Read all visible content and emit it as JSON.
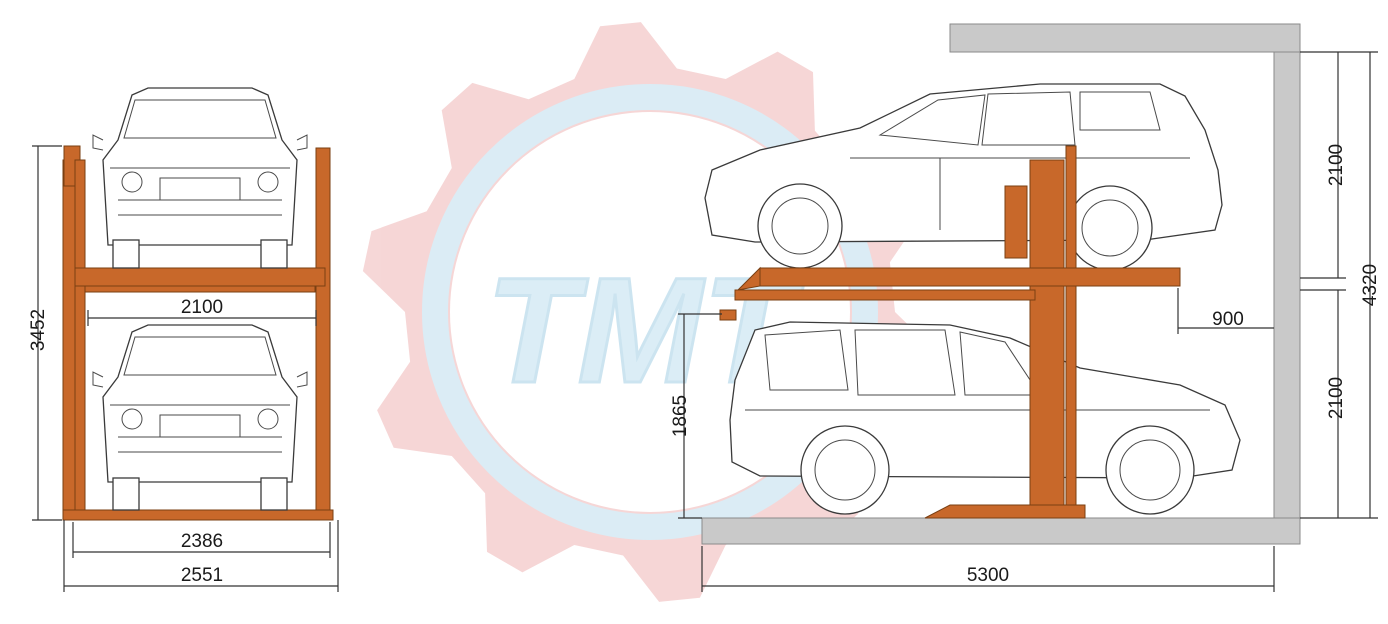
{
  "colors": {
    "steel": "#c8682a",
    "wall": "#c9c9c9",
    "watermark_gear": "#f3c9c9",
    "watermark_ring": "#cfe6f2",
    "watermark_text": "#cfe8f3"
  },
  "watermark": {
    "text": "TMT",
    "icon": "gear-icon"
  },
  "front_view": {
    "dims": {
      "platform_width": "2100",
      "inner_width": "2386",
      "outer_width": "2551",
      "total_height": "3452"
    }
  },
  "side_view": {
    "dims": {
      "upper_height": "2100",
      "lower_height": "2100",
      "total_height": "4320",
      "clearance": "900",
      "platform_height": "1865",
      "length": "5300"
    }
  }
}
